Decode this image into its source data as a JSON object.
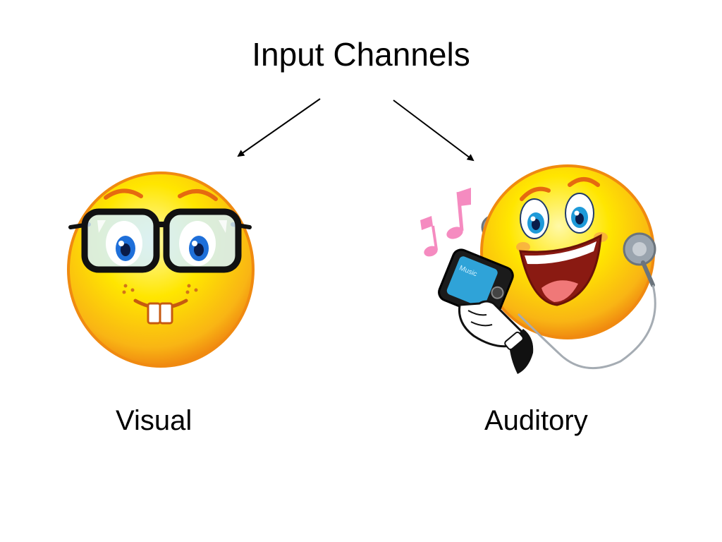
{
  "title": "Input Channels",
  "branches": [
    {
      "label": "Visual",
      "icon": "nerd-smiley-with-glasses-icon"
    },
    {
      "label": "Auditory",
      "icon": "smiley-with-headphones-and-music-player-icon"
    }
  ],
  "music_player_text": "Music",
  "colors": {
    "face_yellow": "#FFE600",
    "face_orange": "#F29A16",
    "eye_blue": "#1E6FD9",
    "note_pink": "#F58BC0",
    "player_screen": "#2FA3D8",
    "text": "#000000"
  }
}
